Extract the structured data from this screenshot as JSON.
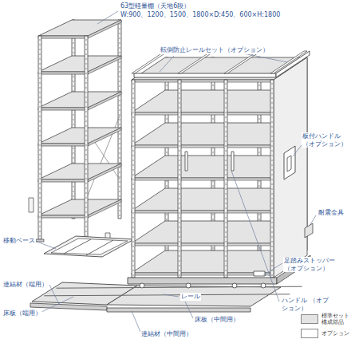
{
  "diagram": {
    "labels": [
      "63型軽量棚（天地6段）",
      "W:900、1200、1500、1800×D:450、600×H:1800",
      "転倒防止レールセット（オプション）",
      "板付ハンドル （オプション）",
      "耐震金具",
      "足踏みストッパー （オプション）",
      "ハンドル （オプション）",
      "移動ベース",
      "連結材（端用）",
      "レール",
      "床板（端用）",
      "床板（中間用）",
      "連結材（中間用）"
    ],
    "legend": [
      {
        "text": "標準セット 構成部品",
        "color": "#e4e4e4"
      },
      {
        "text": "オプション",
        "color": "#ffffff"
      }
    ]
  }
}
